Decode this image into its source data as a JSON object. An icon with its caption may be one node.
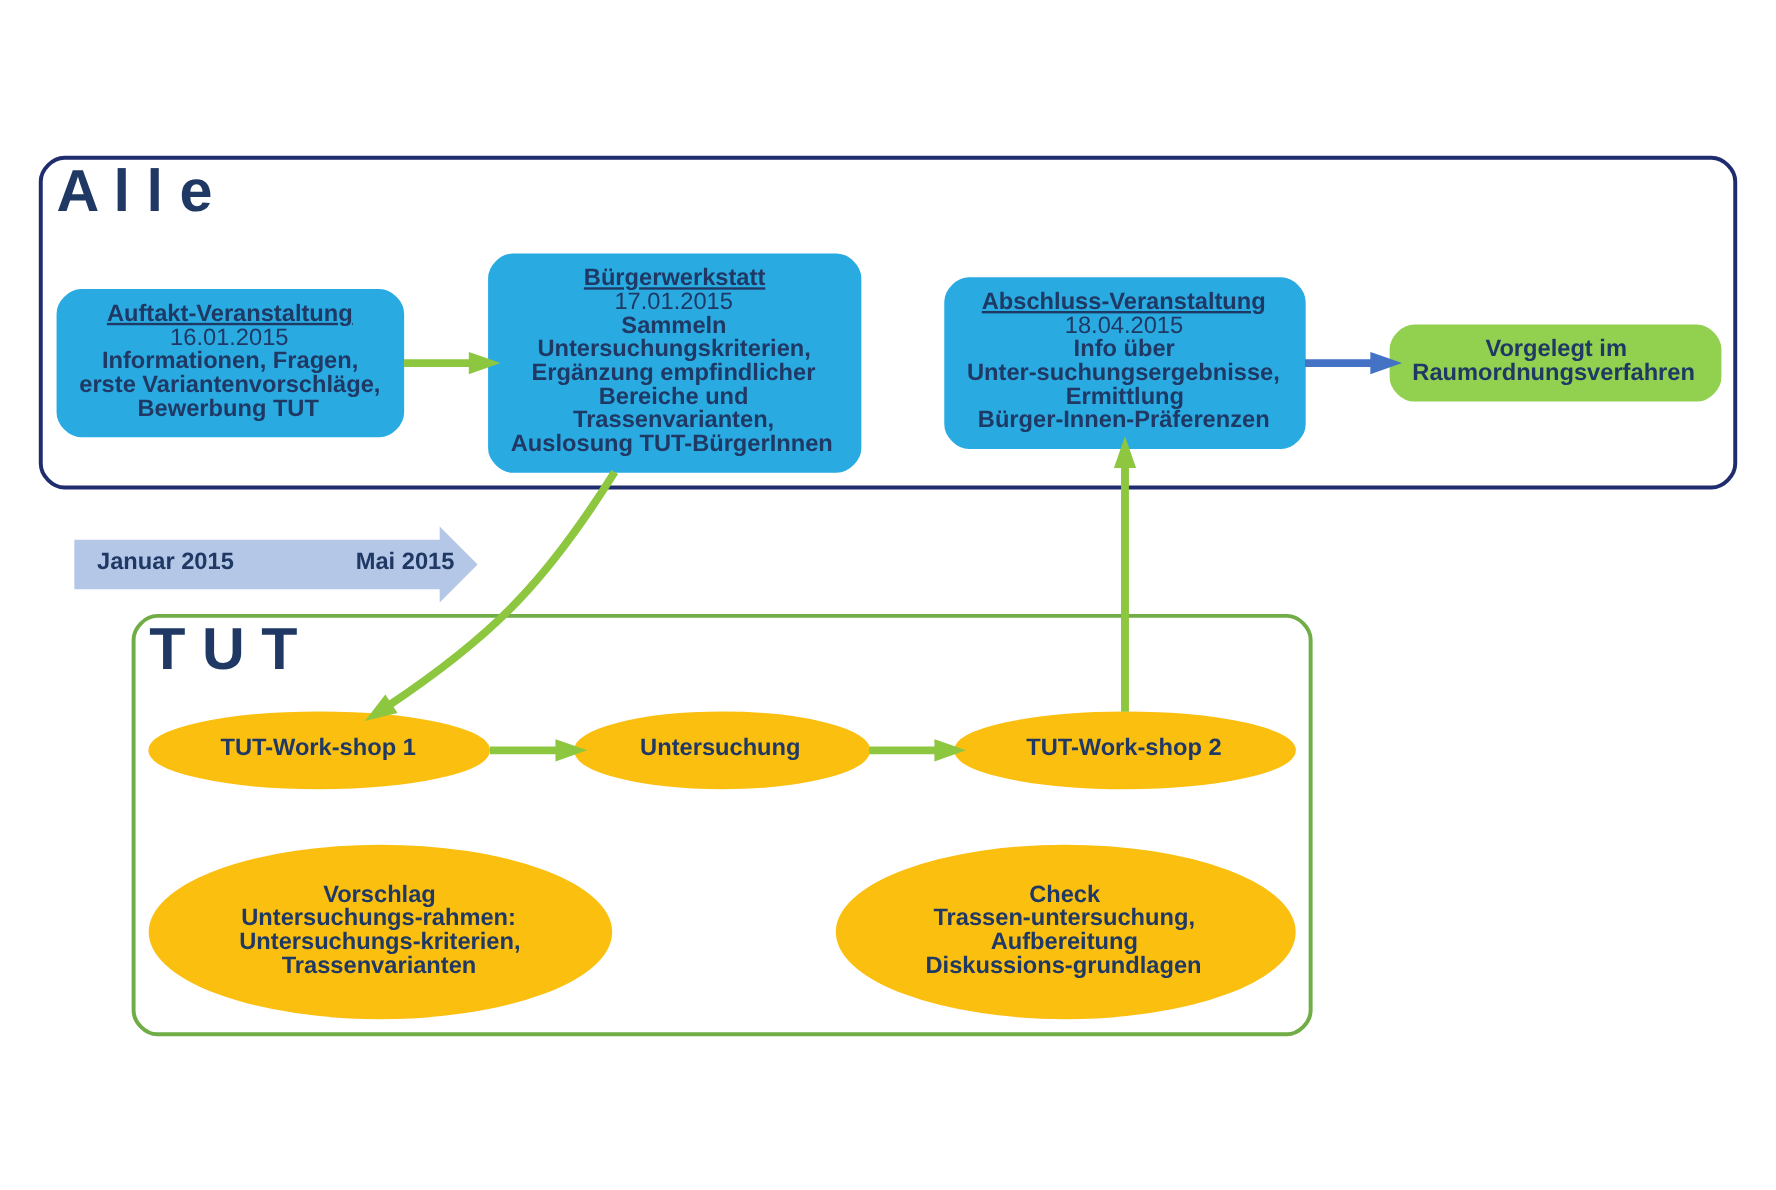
{
  "diagram": {
    "nodes": [
      {
        "text": [
          "A l l e"
        ]
      },
      {
        "text": [
          "Auftakt-Veranstaltung",
          "16.01.2015",
          "Informationen, Fragen, erste Variantenvorschläge, Bewerbung TUT"
        ],
        "in": 0
      },
      {
        "text": [
          "Bürgerwerkstatt",
          "17.01.2015",
          "Sammeln Untersuchungskriterien, Ergänzung empfindlicher Bereiche und Trassenvarianten, Auslosung TUT-BürgerInnen"
        ],
        "in": 0
      },
      {
        "text": [
          "Abschluss-Veranstaltung",
          "18.04.2015",
          "Info über Unter-suchungsergebnisse, Ermittlung Bürger-Innen-Präferenzen"
        ],
        "in": 0
      },
      {
        "text": [
          "Vorgelegt im Raumordnungsverfahren"
        ],
        "in": 0
      },
      {
        "text": [
          "Januar 2015",
          "Mai 2015"
        ]
      },
      {
        "text": [
          "T U T"
        ]
      },
      {
        "text": [
          "TUT-Work-shop 1"
        ],
        "in": 6
      },
      {
        "text": [
          "Untersuchung"
        ],
        "in": 6
      },
      {
        "text": [
          "TUT-Work-shop 2"
        ],
        "in": 6
      },
      {
        "text": [
          "Vorschlag Untersuchungs-rahmen: Untersuchungs-kriterien, Trassenvarianten"
        ],
        "in": 6
      },
      {
        "text": [
          "Check Trassen-untersuchung, Aufbereitung Diskussions-grundlagen"
        ],
        "in": 6
      }
    ],
    "edges": [
      {
        "from": 1,
        "to": 2,
        "arrow": "to"
      },
      {
        "from": 2,
        "to": 7,
        "arrow": "to"
      },
      {
        "from": 7,
        "to": 8,
        "arrow": "to"
      },
      {
        "from": 8,
        "to": 9,
        "arrow": "to"
      },
      {
        "from": 9,
        "to": 3,
        "arrow": "to"
      },
      {
        "from": 3,
        "to": 4,
        "arrow": "to",
        "color": "#4472c4"
      }
    ]
  }
}
